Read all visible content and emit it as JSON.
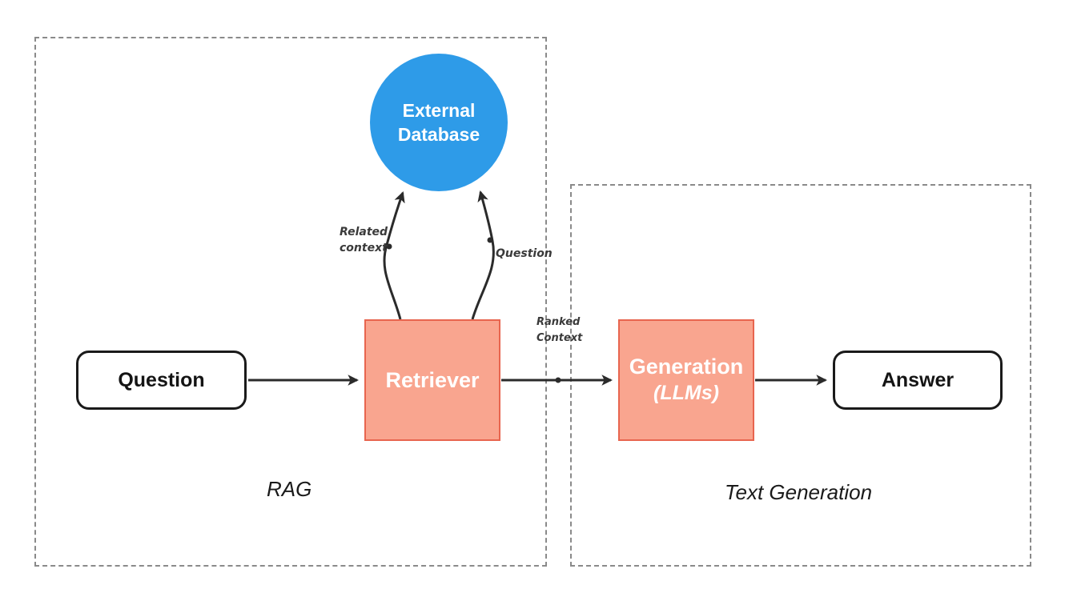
{
  "diagram": {
    "groups": {
      "rag": {
        "label": "RAG"
      },
      "text_generation": {
        "label": "Text Generation"
      }
    },
    "nodes": {
      "question": {
        "label": "Question"
      },
      "external_database": {
        "label_line1": "External",
        "label_line2": "Database"
      },
      "retriever": {
        "label": "Retriever"
      },
      "generation": {
        "label_line1": "Generation",
        "label_line2": "(LLMs)"
      },
      "answer": {
        "label": "Answer"
      }
    },
    "edges": {
      "related_context": {
        "label_line1": "Related",
        "label_line2": "context"
      },
      "question_to_database": {
        "label": "Question"
      },
      "ranked_context": {
        "label_line1": "Ranked",
        "label_line2": "Context"
      }
    },
    "colors": {
      "database_fill": "#2E9BE8",
      "process_fill": "#F9A58F",
      "process_border": "#E8654F",
      "terminal_border": "#1a1a1a",
      "arrow": "#2b2b2b",
      "group_dash": "#8a8a8a",
      "edge_label_text": "#3a3a3a",
      "node_text_light": "#ffffff",
      "background": "#ffffff"
    }
  }
}
